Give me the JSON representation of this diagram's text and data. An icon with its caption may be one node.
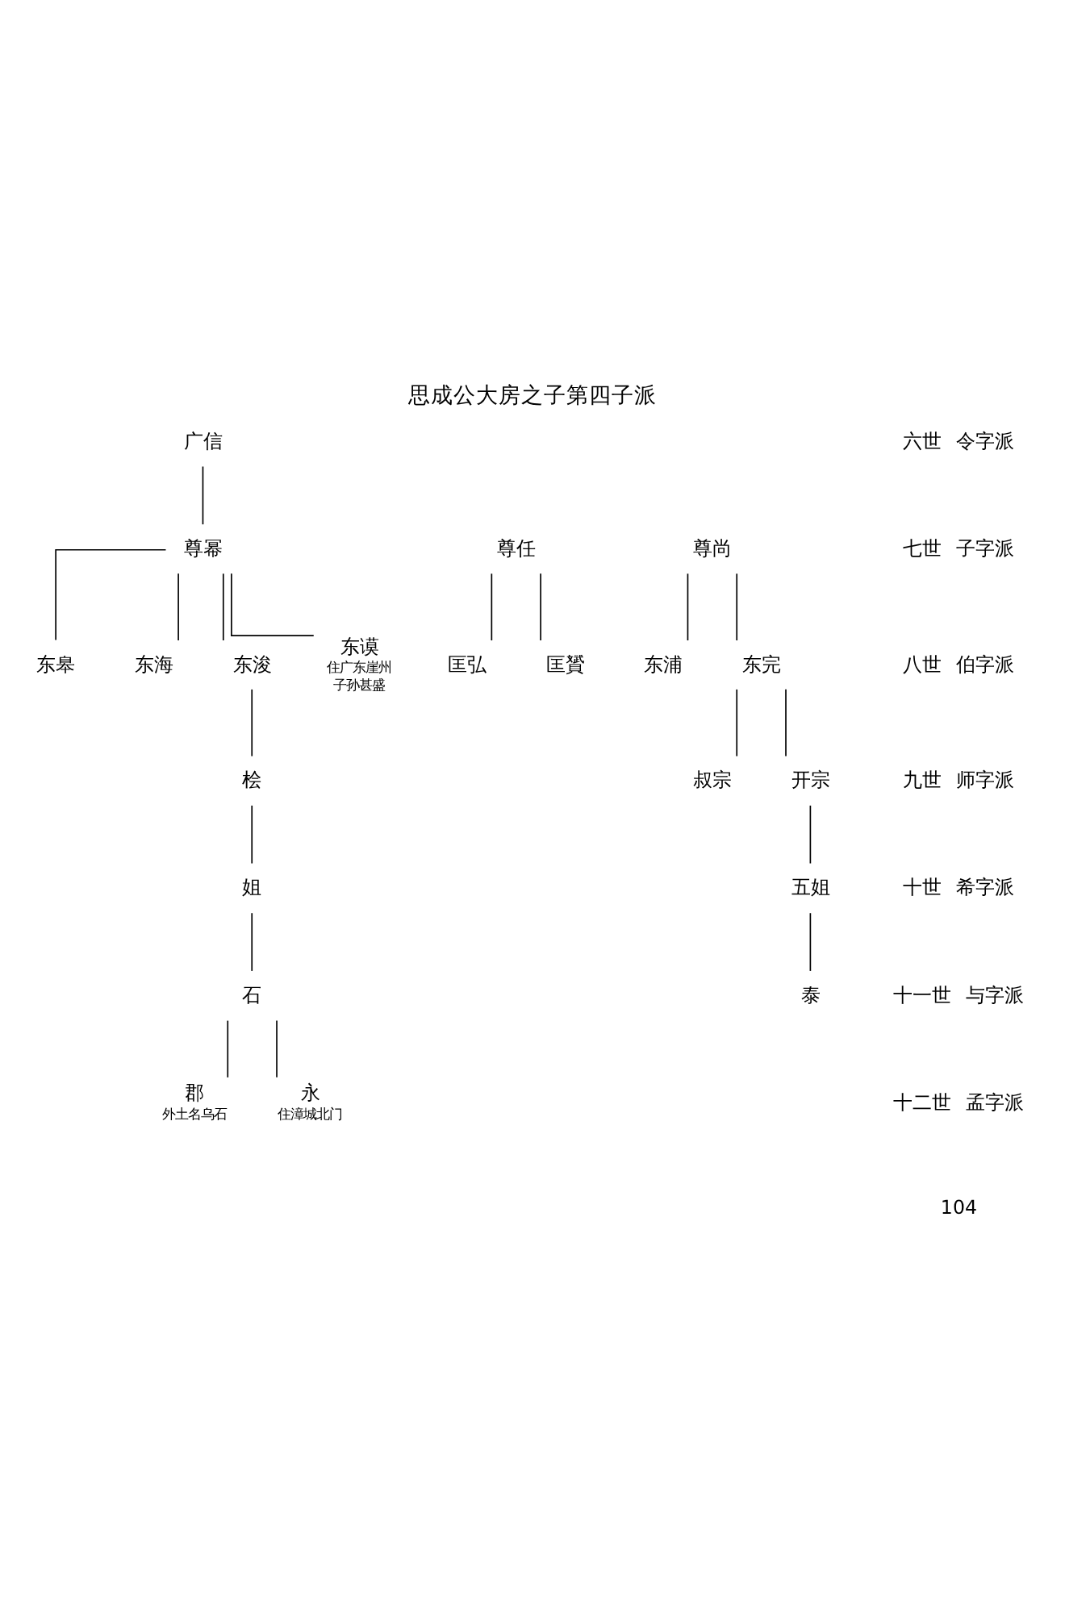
{
  "diagram": {
    "title": "思成公大房之子第四子派",
    "nodes": [
      {
        "text": [
          "广信"
        ]
      },
      {
        "text": [
          "尊任"
        ]
      },
      {
        "text": [
          "尊幂"
        ]
      },
      {
        "text": [
          "尊尚"
        ]
      },
      {
        "text": [
          "匡弘"
        ]
      },
      {
        "text": [
          "匡贇"
        ]
      },
      {
        "text": [
          "东皋"
        ]
      },
      {
        "text": [
          "东海"
        ]
      },
      {
        "text": [
          "东浚"
        ]
      },
      {
        "text": [
          "东谟"
        ],
        "beside": [
          "住广东崖州",
          "子孙甚盛"
        ]
      },
      {
        "text": [
          "东浦"
        ]
      },
      {
        "text": [
          "东完"
        ]
      },
      {
        "text": [
          "桧"
        ]
      },
      {
        "text": [
          "叔宗"
        ]
      },
      {
        "text": [
          "开宗"
        ]
      },
      {
        "text": [
          "姐"
        ]
      },
      {
        "text": [
          "五姐"
        ]
      },
      {
        "text": [
          "石"
        ]
      },
      {
        "text": [
          "泰"
        ]
      },
      {
        "text": [
          "郡"
        ],
        "beside": [
          "外土名乌石"
        ]
      },
      {
        "text": [
          "永"
        ],
        "beside": [
          "住漳城北门"
        ]
      }
    ],
    "edges": [
      {
        "from": 0,
        "to": 2,
        "arrow": "none"
      },
      {
        "from": 1,
        "to": 4,
        "arrow": "none"
      },
      {
        "from": 1,
        "to": 5,
        "arrow": "none"
      },
      {
        "from": 2,
        "to": 6,
        "arrow": "none"
      },
      {
        "from": 2,
        "to": 7,
        "arrow": "none"
      },
      {
        "from": 2,
        "to": 8,
        "arrow": "none"
      },
      {
        "from": 2,
        "to": 9,
        "arrow": "none"
      },
      {
        "from": 3,
        "to": 10,
        "arrow": "none"
      },
      {
        "from": 3,
        "to": 11,
        "arrow": "none"
      },
      {
        "from": 8,
        "to": 12,
        "arrow": "none"
      },
      {
        "from": 11,
        "to": 13,
        "arrow": "none"
      },
      {
        "from": 11,
        "to": 14,
        "arrow": "none"
      },
      {
        "from": 12,
        "to": 15,
        "arrow": "none"
      },
      {
        "from": 14,
        "to": 16,
        "arrow": "none"
      },
      {
        "from": 15,
        "to": 17,
        "arrow": "none"
      },
      {
        "from": 16,
        "to": 18,
        "arrow": "none"
      },
      {
        "from": 17,
        "to": 19,
        "arrow": "none"
      },
      {
        "from": 17,
        "to": 20,
        "arrow": "none"
      }
    ],
    "labels": [
      "六世",
      "令字派",
      "七世",
      "子字派",
      "八世",
      "伯字派",
      "九世",
      "师字派",
      "十世",
      "希字派",
      "十一世",
      "与字派",
      "十二世",
      "孟字派",
      "104"
    ]
  }
}
